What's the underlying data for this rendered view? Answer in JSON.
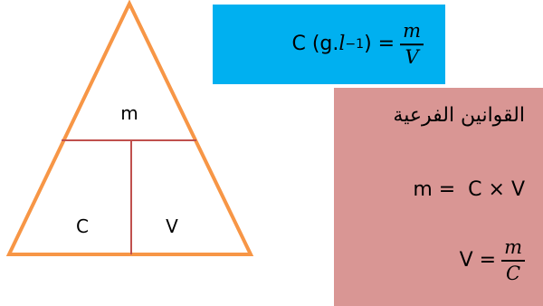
{
  "triangle": {
    "top_label": "m",
    "left_label": "C",
    "right_label": "V",
    "outline_color": "#f79646",
    "divider_color": "#c0504d"
  },
  "formula": {
    "lhs_prefix": "C (g.",
    "lhs_unit_var": "l",
    "lhs_exponent": "−1",
    "lhs_suffix": ") =",
    "numerator": "m",
    "denominator": "V",
    "background": "#00b0f0"
  },
  "sub_laws": {
    "title": "القوانين الفرعية",
    "eq1": "m =  C × V",
    "eq2_lhs": "V =",
    "eq2_numerator": "m",
    "eq2_denominator": "C",
    "background": "#d99694"
  }
}
